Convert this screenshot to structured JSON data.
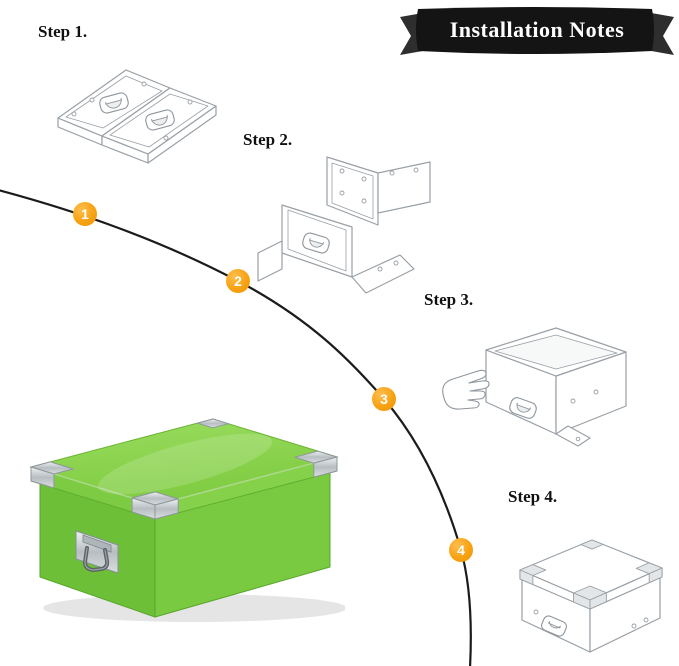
{
  "banner": {
    "title": "Installation Notes"
  },
  "steps": [
    {
      "label": "Step 1."
    },
    {
      "label": "Step 2."
    },
    {
      "label": "Step 3."
    },
    {
      "label": "Step 4."
    }
  ],
  "markers": [
    {
      "number": "1"
    },
    {
      "number": "2"
    },
    {
      "number": "3"
    },
    {
      "number": "4"
    }
  ],
  "colors": {
    "marker_orange": "#F6A11B",
    "banner_background": "#141414",
    "box_green": "#79C941",
    "line_art_gray": "#9AA0A6"
  }
}
